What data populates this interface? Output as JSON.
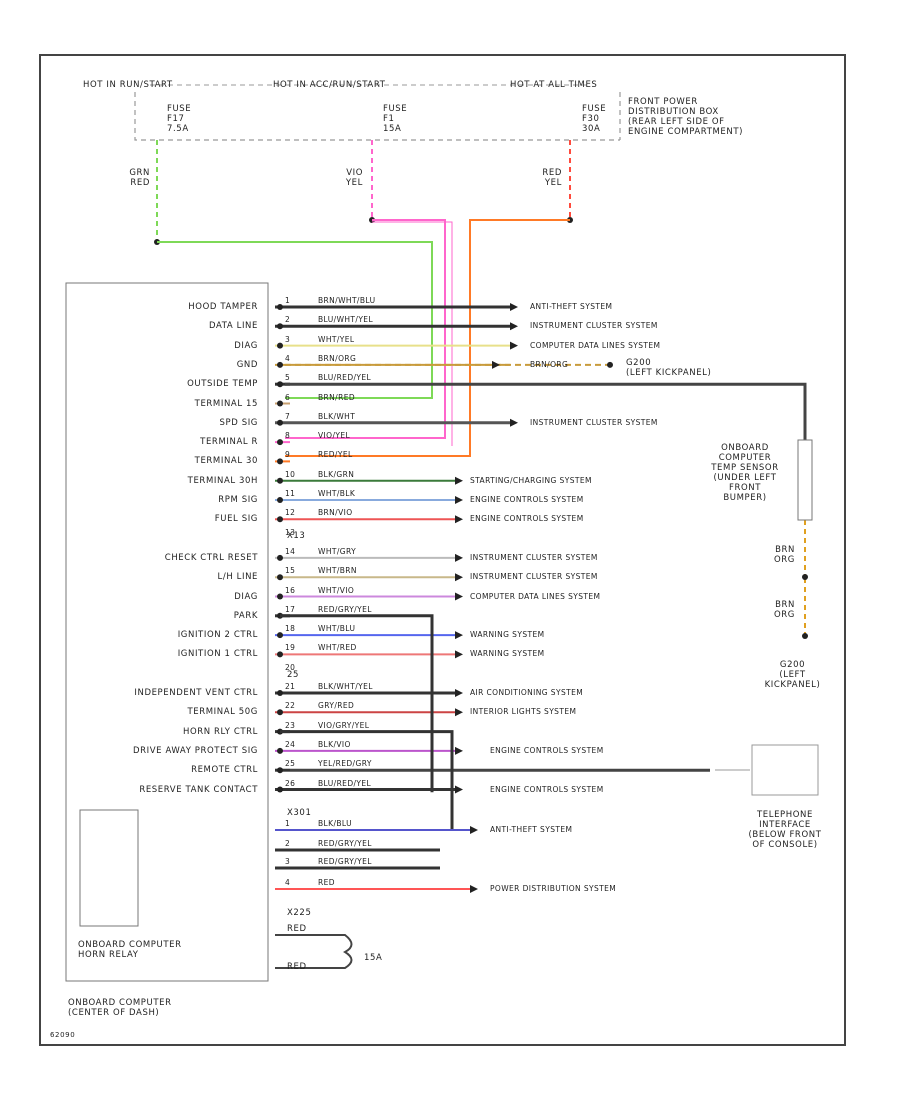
{
  "header": {
    "hot_in_run_start": "HOT IN RUN/START",
    "hot_in_acc_run_start": "HOT IN ACC/RUN/START",
    "hot_at_all_times": "HOT AT ALL TIMES",
    "fuse_box": "FRONT POWER\nDISTRIBUTION BOX\n(REAR LEFT SIDE OF\nENGINE COMPARTMENT)"
  },
  "fuses": [
    {
      "label": "FUSE\nF17\n7.5A"
    },
    {
      "label": "FUSE\nF1\n15A"
    },
    {
      "label": "FUSE\nF30\n30A"
    }
  ],
  "supply_wires": [
    {
      "label": "GRN\nRED",
      "color": "#7ed957"
    },
    {
      "label": "VIO\nYEL",
      "color": "#ff66cc"
    },
    {
      "label": "RED\nYEL",
      "color": "#ff4a3d"
    }
  ],
  "left_pins": [
    "HOOD TAMPER",
    "DATA LINE",
    "DIAG",
    "GND",
    "OUTSIDE TEMP",
    "TERMINAL 15",
    "SPD SIG",
    "TERMINAL R",
    "TERMINAL 30",
    "TERMINAL 30H",
    "RPM SIG",
    "FUEL SIG",
    "",
    "CHECK CTRL RESET",
    "L/H LINE",
    "DIAG",
    "PARK",
    "IGNITION 2 CTRL",
    "IGNITION 1 CTRL",
    "",
    "INDEPENDENT VENT CTRL",
    "TERMINAL 50G",
    "HORN RLY CTRL",
    "DRIVE AWAY PROTECT SIG",
    "REMOTE CTRL",
    "RESERVE TANK CONTACT"
  ],
  "wires": [
    {
      "pin": "1",
      "color": "BRN/WHT/BLU",
      "dest": "ANTI-THEFT SYSTEM"
    },
    {
      "pin": "2",
      "color": "BLU/WHT/YEL",
      "dest": "INSTRUMENT CLUSTER SYSTEM"
    },
    {
      "pin": "3",
      "color": "WHT/YEL",
      "dest": "COMPUTER DATA LINES SYSTEM"
    },
    {
      "pin": "4",
      "color": "BRN/ORG",
      "dest": "BRN/ORG"
    },
    {
      "pin": "5",
      "color": "BLU/RED/YEL",
      "dest": ""
    },
    {
      "pin": "6",
      "color": "BRN/RED",
      "dest": ""
    },
    {
      "pin": "7",
      "color": "BLK/WHT",
      "dest": "INSTRUMENT CLUSTER SYSTEM"
    },
    {
      "pin": "8",
      "color": "VIO/YEL",
      "dest": ""
    },
    {
      "pin": "9",
      "color": "RED/YEL",
      "dest": ""
    },
    {
      "pin": "10",
      "color": "BLK/GRN",
      "dest": "STARTING/CHARGING SYSTEM"
    },
    {
      "pin": "11",
      "color": "WHT/BLK",
      "dest": "ENGINE CONTROLS SYSTEM"
    },
    {
      "pin": "12",
      "color": "BRN/VIO",
      "dest": "ENGINE CONTROLS SYSTEM"
    },
    {
      "pin": "13",
      "color": "",
      "dest": ""
    },
    {
      "pin": "14",
      "color": "WHT/GRY",
      "dest": "INSTRUMENT CLUSTER SYSTEM"
    },
    {
      "pin": "15",
      "color": "WHT/BRN",
      "dest": "INSTRUMENT CLUSTER SYSTEM"
    },
    {
      "pin": "16",
      "color": "WHT/VIO",
      "dest": "COMPUTER DATA LINES SYSTEM"
    },
    {
      "pin": "17",
      "color": "RED/GRY/YEL",
      "dest": ""
    },
    {
      "pin": "18",
      "color": "WHT/BLU",
      "dest": "WARNING SYSTEM"
    },
    {
      "pin": "19",
      "color": "WHT/RED",
      "dest": "WARNING SYSTEM"
    },
    {
      "pin": "20",
      "color": "",
      "dest": ""
    },
    {
      "pin": "21",
      "color": "BLK/WHT/YEL",
      "dest": "AIR CONDITIONING SYSTEM"
    },
    {
      "pin": "22",
      "color": "GRY/RED",
      "dest": "INTERIOR LIGHTS SYSTEM"
    },
    {
      "pin": "23",
      "color": "VIO/GRY/YEL",
      "dest": ""
    },
    {
      "pin": "24",
      "color": "BLK/VIO",
      "dest": "ENGINE CONTROLS SYSTEM"
    },
    {
      "pin": "25",
      "color": "YEL/RED/GRY",
      "dest": ""
    },
    {
      "pin": "26",
      "color": "BLU/RED/YEL",
      "dest": "ENGINE CONTROLS SYSTEM"
    }
  ],
  "lower_wires": [
    {
      "pin": "1",
      "color": "BLK/BLU",
      "dest": "ANTI-THEFT SYSTEM"
    },
    {
      "pin": "2",
      "color": "RED/GRY/YEL",
      "dest": ""
    },
    {
      "pin": "3",
      "color": "RED/GRY/YEL",
      "dest": ""
    },
    {
      "pin": "4",
      "color": "RED",
      "dest": "POWER DISTRIBUTION SYSTEM"
    }
  ],
  "connector_labels": {
    "x13": "X13",
    "x25": "25",
    "x301": "X301",
    "x225": "X225"
  },
  "ground": {
    "g200_note": "G200\n(LEFT KICKPANEL)",
    "g200_lower": "G200\n(LEFT\nKICKPANEL)"
  },
  "temp_sensor": "ONBOARD\nCOMPUTER\nTEMP SENSOR\n(UNDER LEFT\nFRONT\nBUMPER)",
  "sensor_wires": [
    {
      "label": "BRN\nORG"
    },
    {
      "label": "BRN\nORG"
    }
  ],
  "telephone": "TELEPHONE\nINTERFACE\n(BELOW FRONT\nOF CONSOLE)",
  "horn_relay": {
    "label": "ONBOARD COMPUTER\nHORN RELAY",
    "red1": "RED",
    "red2": "RED",
    "fuse": "15A"
  },
  "computer": "ONBOARD COMPUTER\n(CENTER OF DASH)",
  "footer_code": "62090",
  "colors": {
    "green": "#7ed957",
    "pink": "#ff66cc",
    "orange": "#ff7a26",
    "red": "#ff4a3d",
    "black": "#333333"
  }
}
